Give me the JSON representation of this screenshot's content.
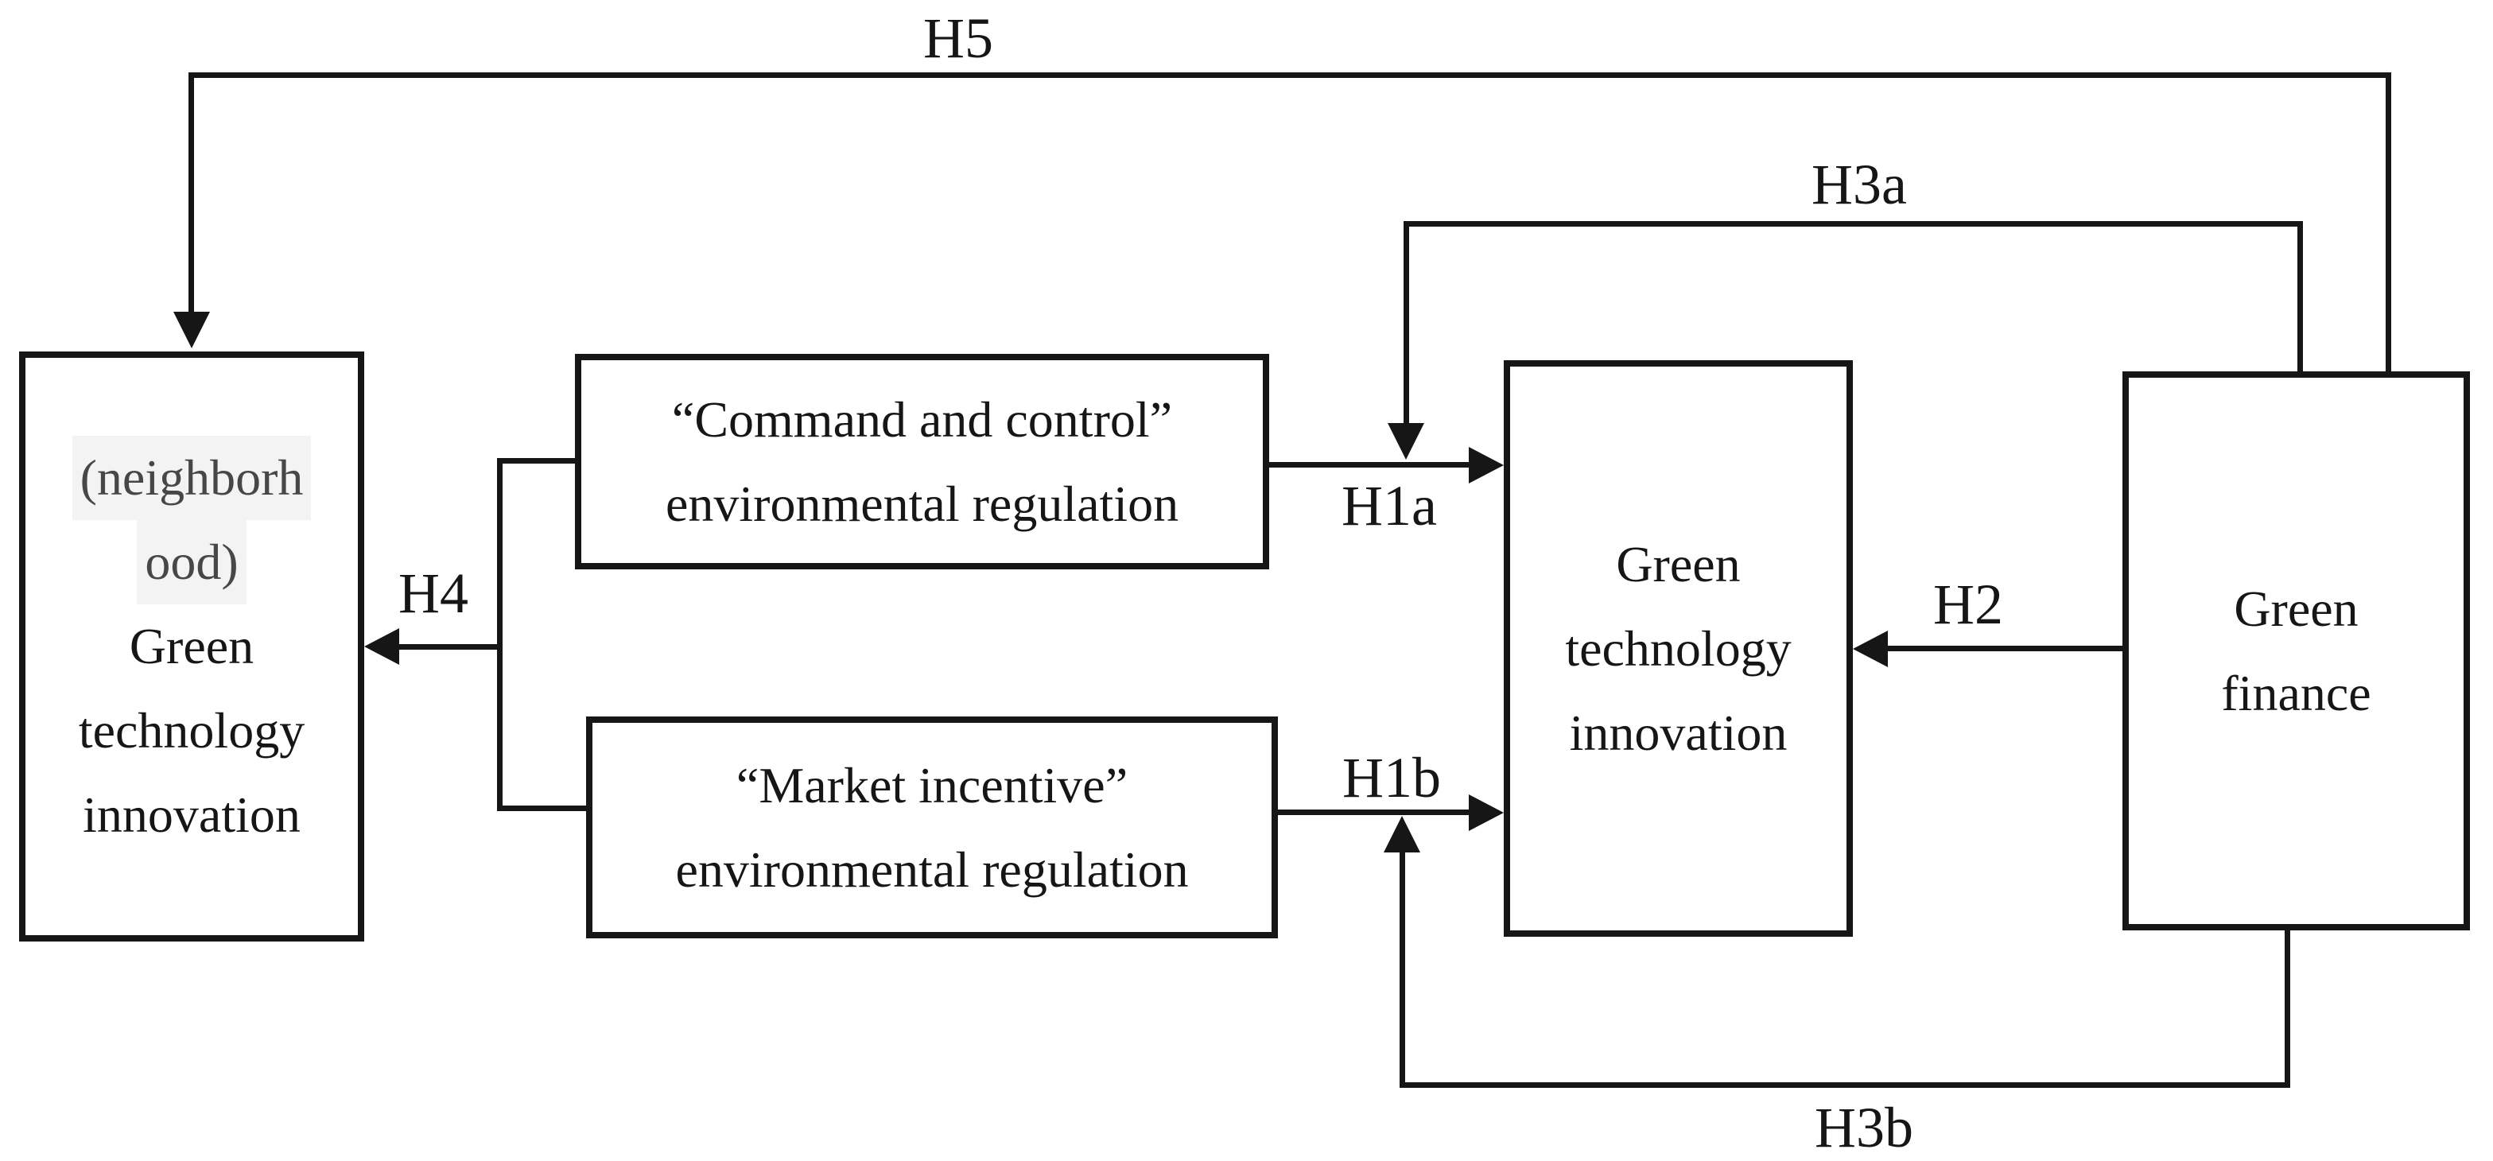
{
  "figure": {
    "boxes": {
      "neighborhood_gti": {
        "line1": "(neighborh",
        "line2": "ood)",
        "line3": "Green",
        "line4": "technology",
        "line5": "innovation"
      },
      "command_control": {
        "line1": "“Command and control”",
        "line2": "environmental regulation"
      },
      "market_incentive": {
        "line1": "“Market incentive”",
        "line2": "environmental regulation"
      },
      "green_tech_innovation": {
        "line1": "Green",
        "line2": "technology",
        "line3": "innovation"
      },
      "green_finance": {
        "line1": "Green",
        "line2": "finance"
      }
    },
    "hypothesis_labels": {
      "h1a": "H1a",
      "h1b": "H1b",
      "h2": "H2",
      "h3a": "H3a",
      "h3b": "H3b",
      "h4": "H4",
      "h5": "H5"
    },
    "colors": {
      "ink": "#161616",
      "background": "#ffffff",
      "highlight_bg": "#f3f3f3",
      "highlight_text": "#474747"
    }
  }
}
